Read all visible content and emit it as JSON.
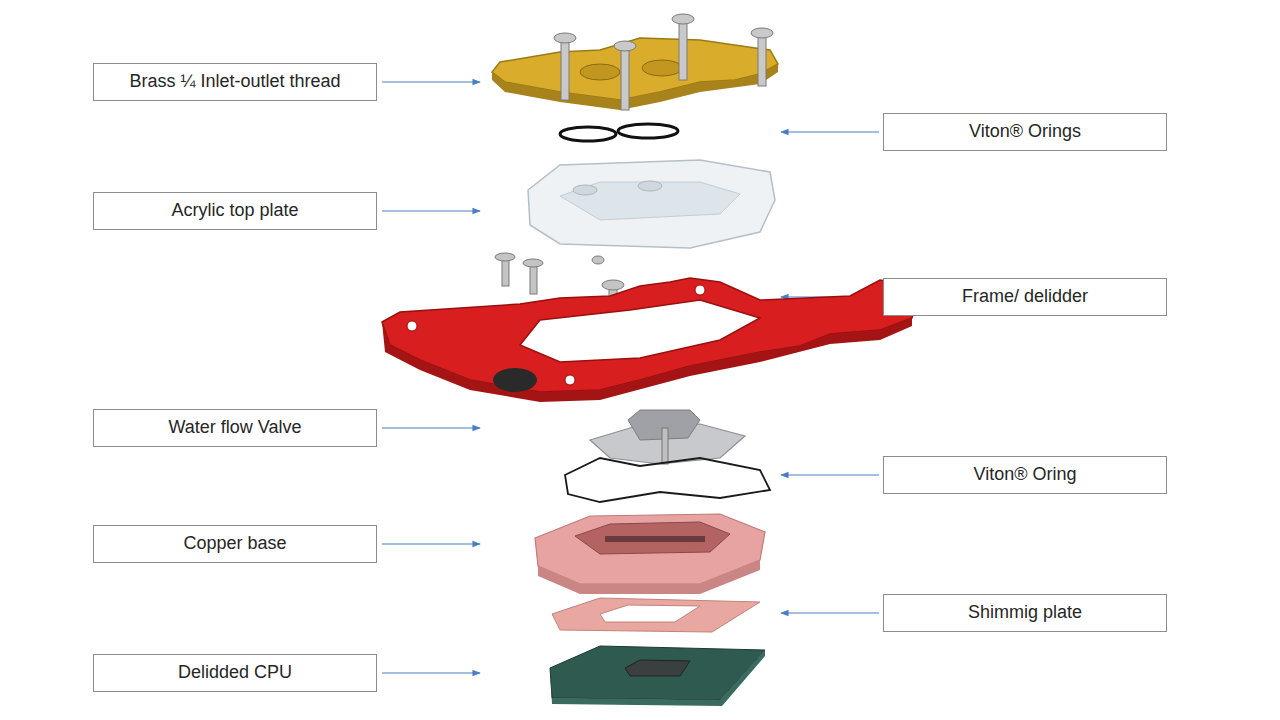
{
  "diagram": {
    "nodes": [
      {
        "text": [
          "Brass ¼ Inlet-outlet thread"
        ]
      },
      {
        "text": [
          "Viton® Orings"
        ]
      },
      {
        "text": [
          "Acrylic top plate"
        ]
      },
      {
        "text": [
          "Frame/ delidder"
        ]
      },
      {
        "text": [
          "Water flow Valve"
        ]
      },
      {
        "text": [
          "Viton® Oring"
        ]
      },
      {
        "text": [
          "Copper base"
        ]
      },
      {
        "text": [
          "Shimmig plate"
        ]
      },
      {
        "text": [
          "Delidded CPU"
        ]
      }
    ]
  }
}
